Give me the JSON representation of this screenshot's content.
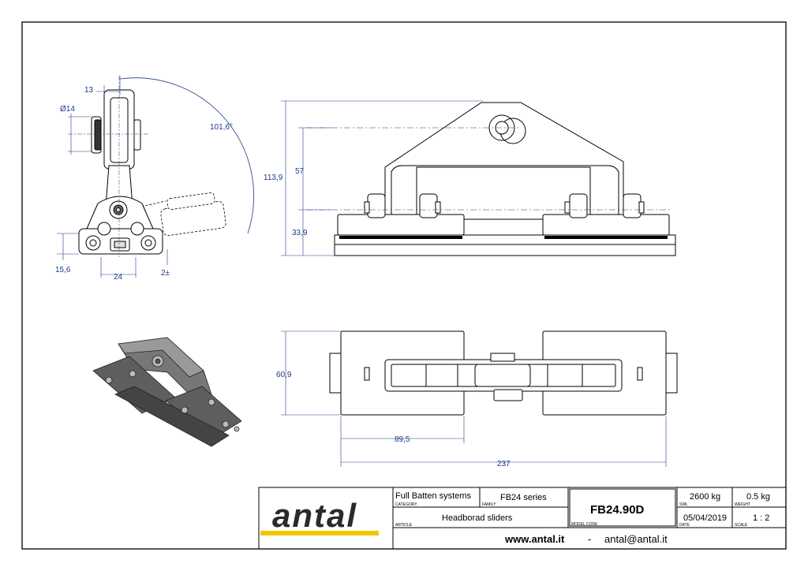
{
  "dimensions": {
    "d13": "13",
    "d14": "Ø14",
    "angle": "101,6°",
    "d15_6": "15,6",
    "d24": "24",
    "d2": "2±",
    "d113_9": "113,9",
    "d57": "57",
    "d33_9": "33,9",
    "d60_9": "60,9",
    "d89_5": "89,5",
    "d237": "237"
  },
  "title_block": {
    "logo": "antal",
    "category_value": "Full Batten systems",
    "category_label": "CATEGORY",
    "family_value": "FB24 series",
    "family_label": "FAMILY",
    "article_value": "Headborad sliders",
    "article_label": "ARTICLE",
    "model_value": "FB24.90D",
    "model_label": "MODEL CODE",
    "swl_value": "2600 kg",
    "swl_label": "SWL",
    "weight_value": "0.5 kg",
    "weight_label": "WEIGHT",
    "date_value": "05/04/2019",
    "date_label": "DATE",
    "scale_value": "1 : 2",
    "scale_label": "SCALE",
    "website": "www.antal.it",
    "separator": "-",
    "email": "antal@antal.it"
  },
  "colors": {
    "dimension": "#1e3a8a",
    "logo_underline": "#f2c500",
    "outline": "#000000"
  }
}
